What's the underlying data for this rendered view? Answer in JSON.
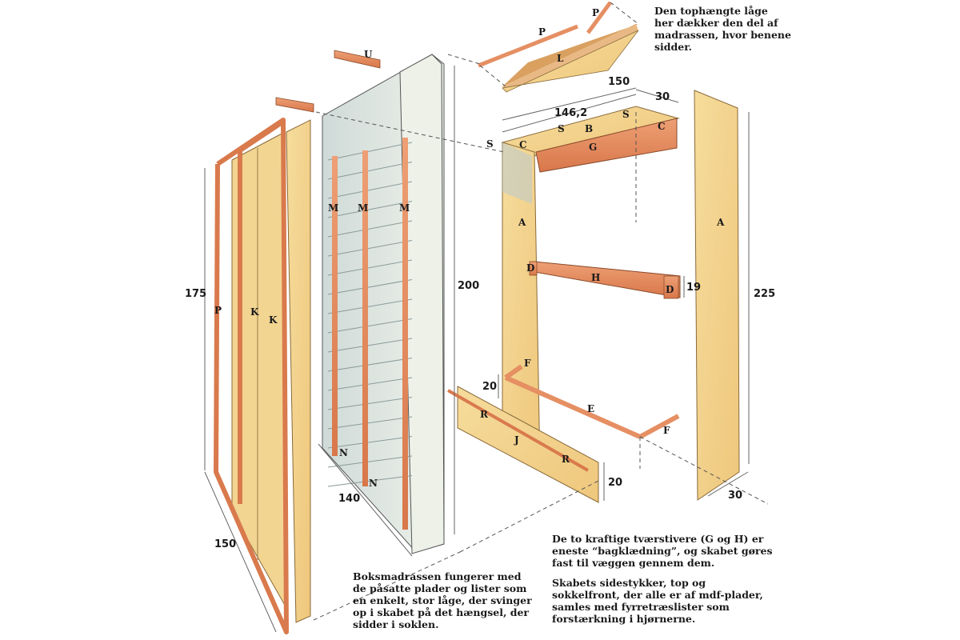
{
  "diagram": {
    "title": "Exploded assembly drawing of a wall bed cabinet (boksmadras som låge)",
    "notes": {
      "top_right": "Den tophængte låge\nher dækker den del af\nmadrassen, hvor benene\nsidder.",
      "bottom_left": "Boksmadrassen fungerer med\nde påsatte plader og lister som\nen enkelt, stor låge, der svinger\nop i skabet på det hængsel, der\nsidder i soklen.",
      "bottom_right_1": "De to kraftige tværstivere (G og H) er\neneste “bagklædning”, og skabet gøres\nfast til væggen gennem dem.",
      "bottom_right_2": "Skabets sidestykker, top og\nsokkelfront, der alle er af mdf-plader,\nsamles med fyrretræslister som\nforstærkning i hjørnerne."
    },
    "dimensions": {
      "door_height": "175",
      "door_width": "150",
      "mattress_height": "200",
      "mattress_width": "140",
      "cabinet_outer_width": "150",
      "cabinet_inner_width": "146,2",
      "cabinet_depth_top": "30",
      "cabinet_height": "225",
      "cabinet_depth_bottom": "30",
      "brace_height": "19",
      "plinth_height_back": "20",
      "plinth_height_front": "20"
    },
    "part_labels": {
      "flap_strip_1": "P",
      "flap_strip_2": "P",
      "flap_panel": "L",
      "batten_top": "U",
      "door_frame": "P",
      "door_panel_1": "K",
      "door_panel_2": "K",
      "slat_1": "M",
      "slat_2": "M",
      "slat_3": "M",
      "foot_1": "N",
      "foot_2": "N",
      "screw_left": "S",
      "screw_mid": "S",
      "screw_right": "S",
      "top_board": "B",
      "top_brace": "G",
      "cleat_left": "C",
      "cleat_right": "C",
      "side_left": "A",
      "side_right": "A",
      "mid_brace": "H",
      "block_left": "D",
      "block_right": "D",
      "base_rail": "E",
      "base_end_back": "F",
      "base_end_front": "F",
      "plinth": "J",
      "plinth_strip_1": "R",
      "plinth_strip_2": "R"
    },
    "colors": {
      "mdf": "#f2d38e",
      "mdf_edge": "#d9a85a",
      "pine": "#e58f63",
      "pine_dark": "#c9683e",
      "mattress": "#e4ebe4",
      "mattress_shade": "#b9cad0",
      "line": "#333333"
    }
  }
}
